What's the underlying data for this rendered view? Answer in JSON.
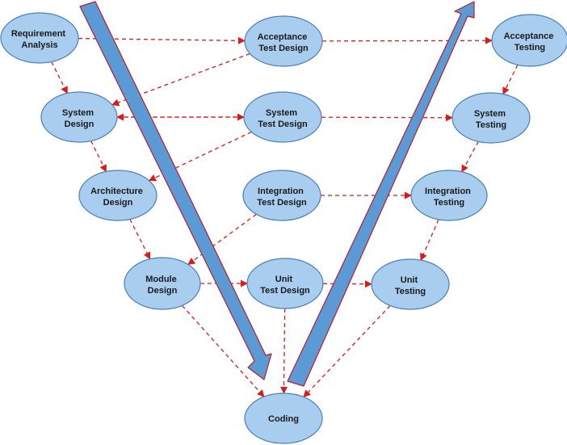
{
  "colors": {
    "node_fill": "#a9cdee",
    "node_stroke": "#4a7fb8",
    "connector": "#e01818",
    "arrow_fill": "#5b9bd5",
    "arrow_stroke": "#c0182c",
    "background": "#ffffff"
  },
  "nodes": {
    "requirement_analysis": {
      "lines": [
        "Requirement",
        "Analysis"
      ]
    },
    "system_design": {
      "lines": [
        "System",
        "Design"
      ]
    },
    "architecture_design": {
      "lines": [
        "Architecture",
        "Design"
      ]
    },
    "module_design": {
      "lines": [
        "Module",
        "Design"
      ]
    },
    "acceptance_test_design": {
      "lines": [
        "Acceptance",
        "Test Design"
      ]
    },
    "system_test_design": {
      "lines": [
        "System",
        "Test Design"
      ]
    },
    "integration_test_design": {
      "lines": [
        "Integration",
        "Test Design"
      ]
    },
    "unit_test_design": {
      "lines": [
        "Unit",
        "Test Design"
      ]
    },
    "coding": {
      "lines": [
        "Coding"
      ]
    },
    "acceptance_testing": {
      "lines": [
        "Acceptance",
        "Testing"
      ]
    },
    "system_testing": {
      "lines": [
        "System",
        "Testing"
      ]
    },
    "integration_testing": {
      "lines": [
        "Integration",
        "Testing"
      ]
    },
    "unit_testing": {
      "lines": [
        "Unit",
        "Testing"
      ]
    }
  },
  "connections": [
    {
      "from": "requirement_analysis",
      "to": "acceptance_test_design"
    },
    {
      "from": "acceptance_test_design",
      "to": "acceptance_testing"
    },
    {
      "from": "requirement_analysis",
      "to": "system_design"
    },
    {
      "from": "system_design",
      "to": "architecture_design"
    },
    {
      "from": "architecture_design",
      "to": "module_design"
    },
    {
      "from": "acceptance_test_design",
      "to": "system_design"
    },
    {
      "from": "system_design",
      "to": "system_test_design"
    },
    {
      "from": "system_test_design",
      "to": "system_design"
    },
    {
      "from": "system_test_design",
      "to": "system_testing"
    },
    {
      "from": "system_test_design",
      "to": "architecture_design"
    },
    {
      "from": "integration_test_design",
      "to": "integration_testing"
    },
    {
      "from": "integration_test_design",
      "to": "module_design"
    },
    {
      "from": "module_design",
      "to": "unit_test_design"
    },
    {
      "from": "unit_test_design",
      "to": "unit_testing"
    },
    {
      "from": "acceptance_testing",
      "to": "system_testing"
    },
    {
      "from": "system_testing",
      "to": "integration_testing"
    },
    {
      "from": "integration_testing",
      "to": "unit_testing"
    },
    {
      "from": "module_design",
      "to": "coding"
    },
    {
      "from": "unit_testing",
      "to": "coding"
    },
    {
      "from": "unit_test_design",
      "to": "coding"
    }
  ]
}
